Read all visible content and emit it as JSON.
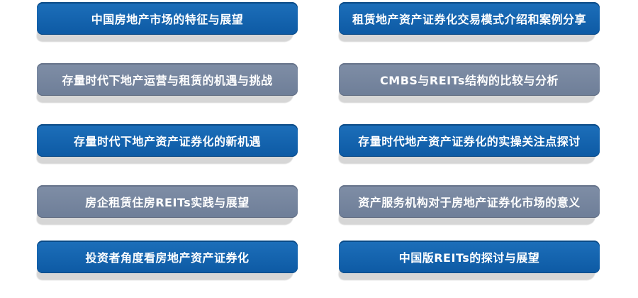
{
  "topics": {
    "left": [
      {
        "label": "中国房地产市场的特征与展望",
        "style": "blue"
      },
      {
        "label": "存量时代下地产运营与租赁的机遇与挑战",
        "style": "gray"
      },
      {
        "label": "存量时代下地产资产证券化的新机遇",
        "style": "blue"
      },
      {
        "label": "房企租赁住房REITs实践与展望",
        "style": "gray"
      },
      {
        "label": "投资者角度看房地产资产证券化",
        "style": "blue"
      }
    ],
    "right": [
      {
        "label": "租赁地产资产证券化交易模式介绍和案例分享",
        "style": "blue"
      },
      {
        "label": "CMBS与REITs结构的比较与分析",
        "style": "gray"
      },
      {
        "label": "存量时代地产资产证券化的实操关注点探讨",
        "style": "blue"
      },
      {
        "label": "资产服务机构对于房地产证券化市场的意义",
        "style": "gray"
      },
      {
        "label": "中国版REITs的探讨与展望",
        "style": "blue"
      }
    ]
  },
  "colors": {
    "blue": "#0d5aa4",
    "gray": "#7484a0",
    "shadow": "#d6d6d6",
    "text": "#ffffff"
  }
}
